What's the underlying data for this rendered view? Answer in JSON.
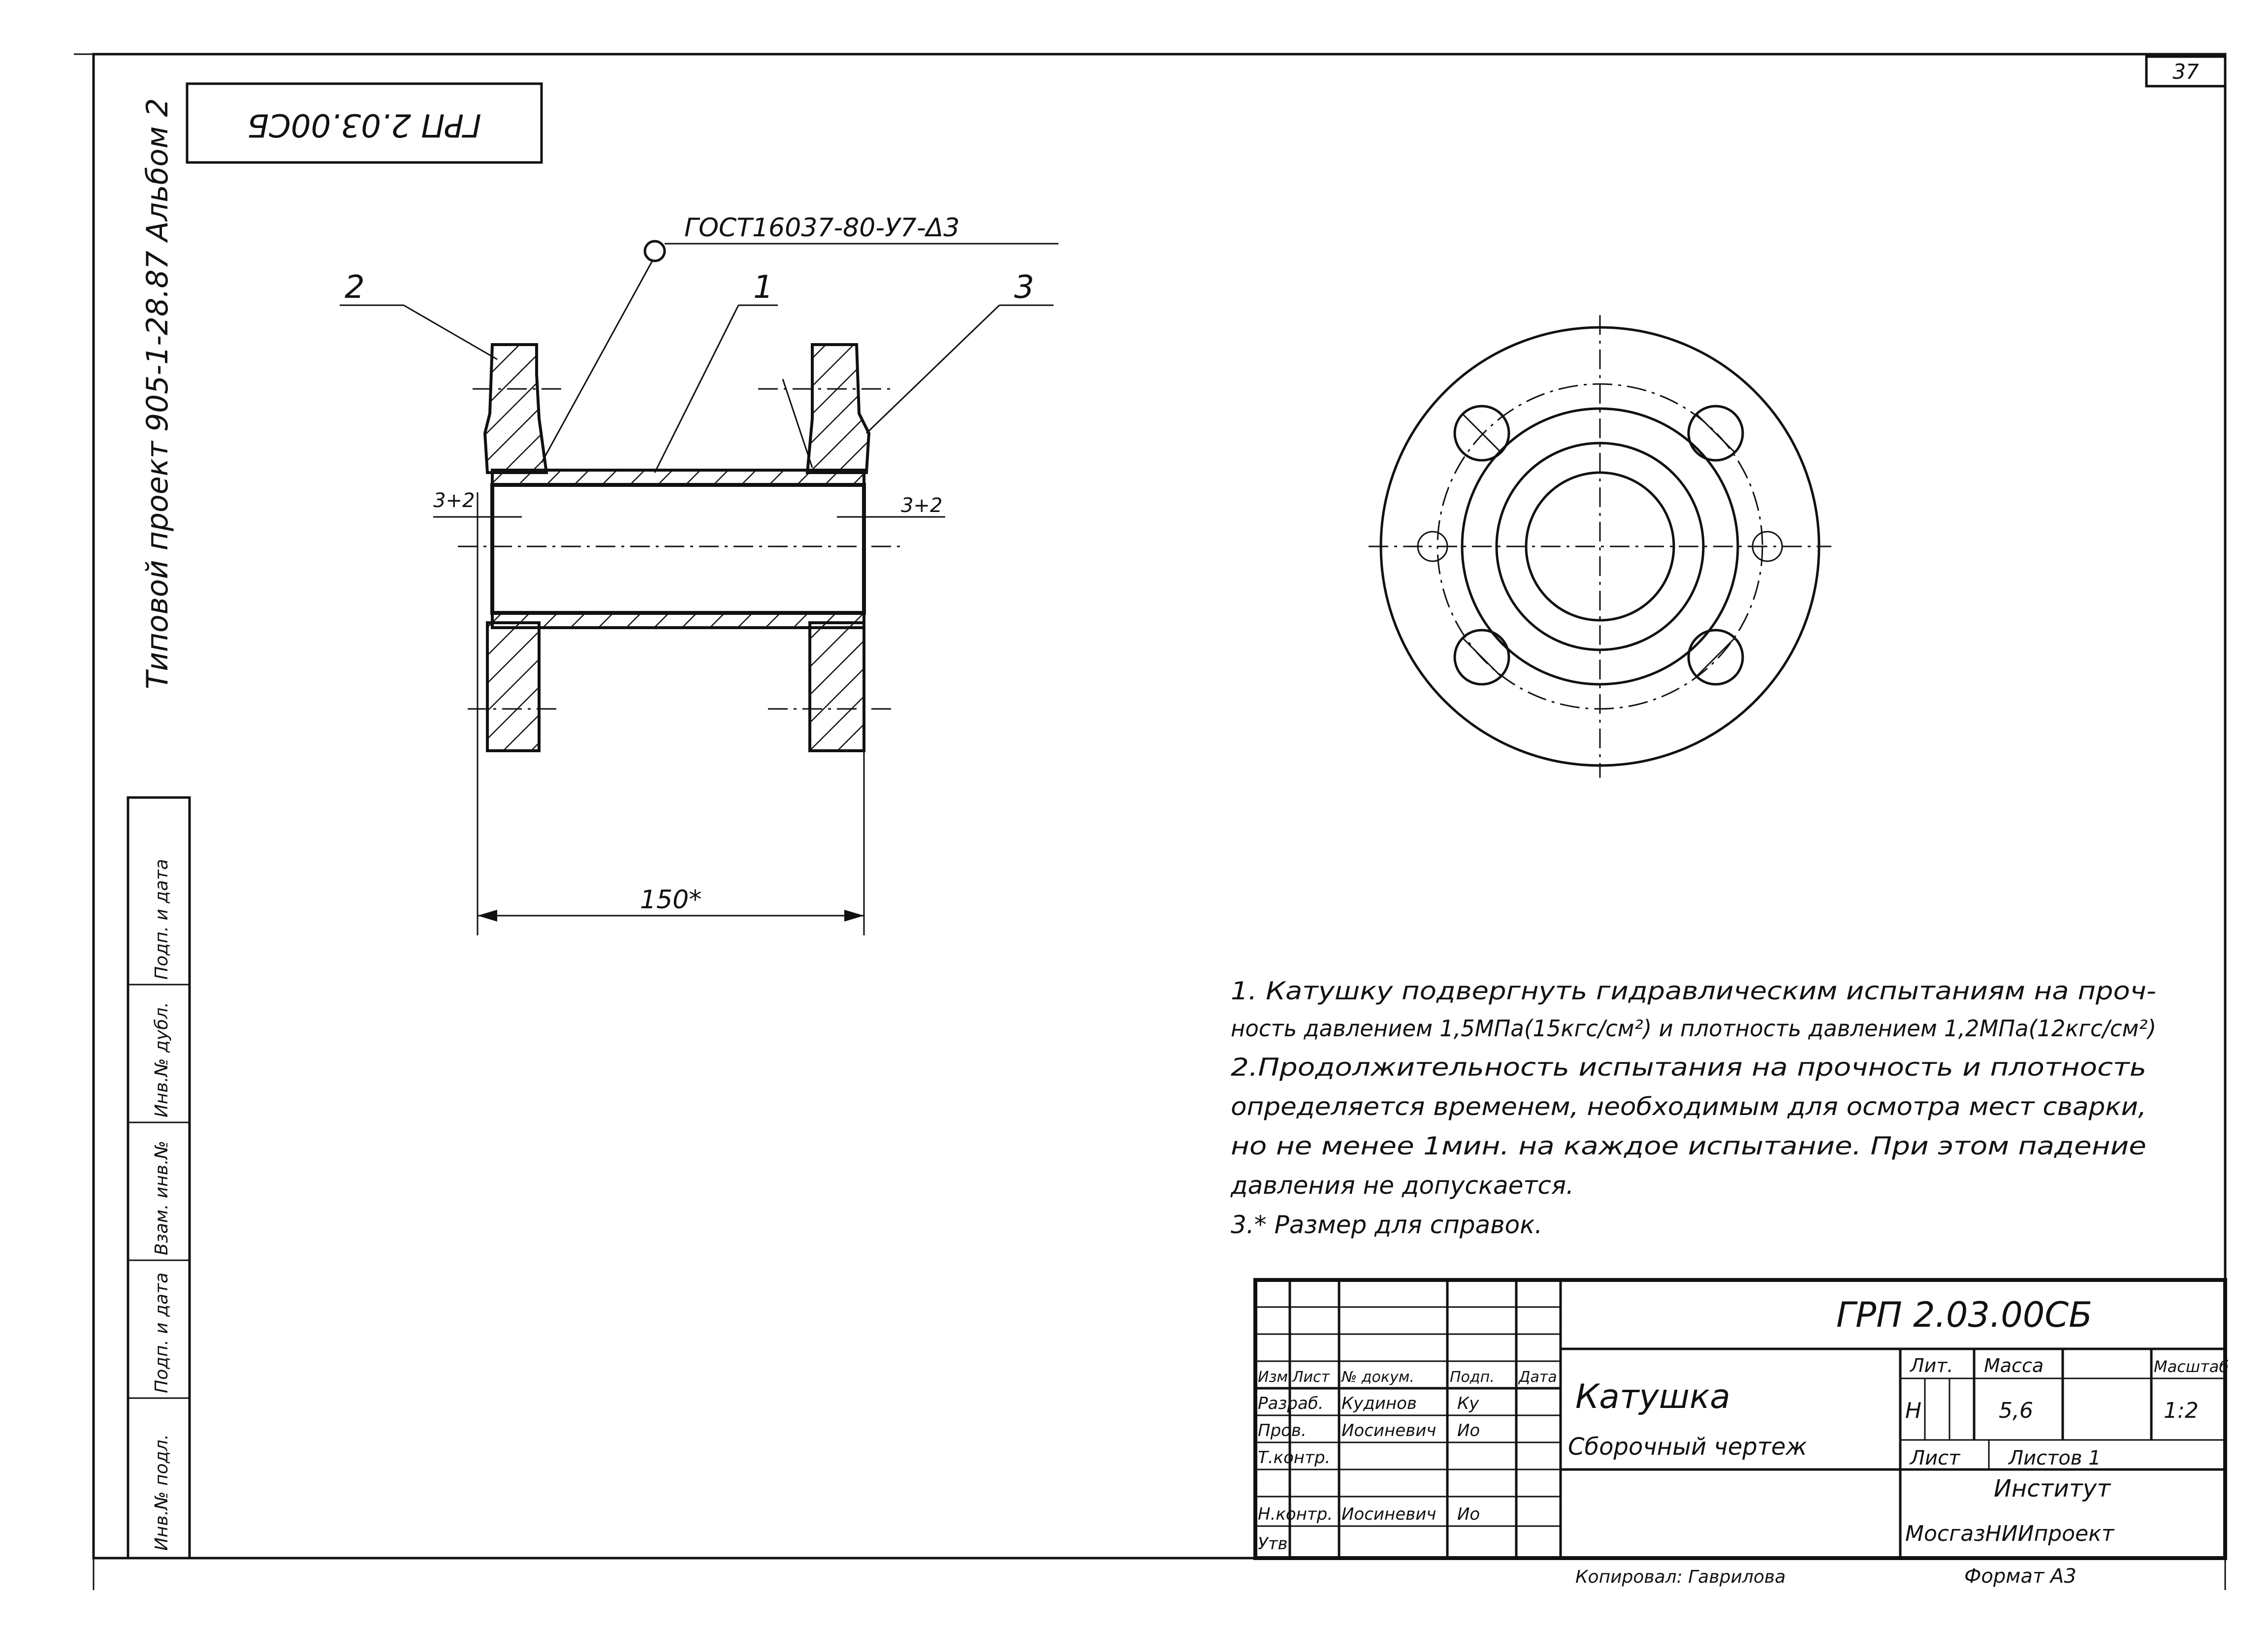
{
  "sheet_number": "37",
  "side_code": "ГРП 2.03.00СБ",
  "side_strip": "Типовой проект 905-1-28.87  Альбом 2",
  "side_labels": [
    "Инв.№ подл.",
    "Подп. и дата",
    "Взам. инв.№",
    "Инв.№ дубл.",
    "Подп. и дата"
  ],
  "callouts": {
    "weld": "ГОСТ16037-80-У7-Δ3",
    "pos1": "1",
    "pos2": "2",
    "pos3": "3"
  },
  "dimensions": {
    "gap_left": "3+2",
    "gap_right": "3+2",
    "length": "150*"
  },
  "notes": [
    "1. Катушку подвергнуть гидравлическим испытаниям на проч-",
    "ность давлением 1,5МПа(15кгс/см²) и плотность давлением 1,2МПа(12кгс/см²)",
    "2.Продолжительность испытания на прочность и плотность",
    "определяется временем, необходимым для осмотра мест сварки,",
    "но не менее 1мин. на каждое испытание. При этом падение",
    "давления не допускается.",
    "3.* Размер для справок."
  ],
  "title_block": {
    "designation": "ГРП 2.03.00СБ",
    "name": "Катушка",
    "doc_type": "Сборочный чертеж",
    "col_headers": [
      "Изм",
      "Лист",
      "№ докум.",
      "Подп.",
      "Дата"
    ],
    "rows": [
      {
        "role": "Разраб.",
        "name": "Кудинов",
        "sign": "Ку"
      },
      {
        "role": "Пров.",
        "name": "Иосиневич",
        "sign": "Ио"
      },
      {
        "role": "Т.контр.",
        "name": "",
        "sign": ""
      },
      {
        "role": "Н.контр.",
        "name": "Иосиневич",
        "sign": "Ио"
      },
      {
        "role": "Утв.",
        "name": "",
        "sign": ""
      }
    ],
    "lit_label": "Лит.",
    "lit_value": "Н",
    "mass_label": "Масса",
    "mass_value": "5,6",
    "scale_label": "Масштаб",
    "scale_value": "1:2",
    "sheet_label": "Лист",
    "sheets_label": "Листов 1",
    "org_line1": "Институт",
    "org_line2": "МосгазНИИпроект",
    "copied": "Копировал: Гаврилова",
    "format": "Формат А3"
  }
}
